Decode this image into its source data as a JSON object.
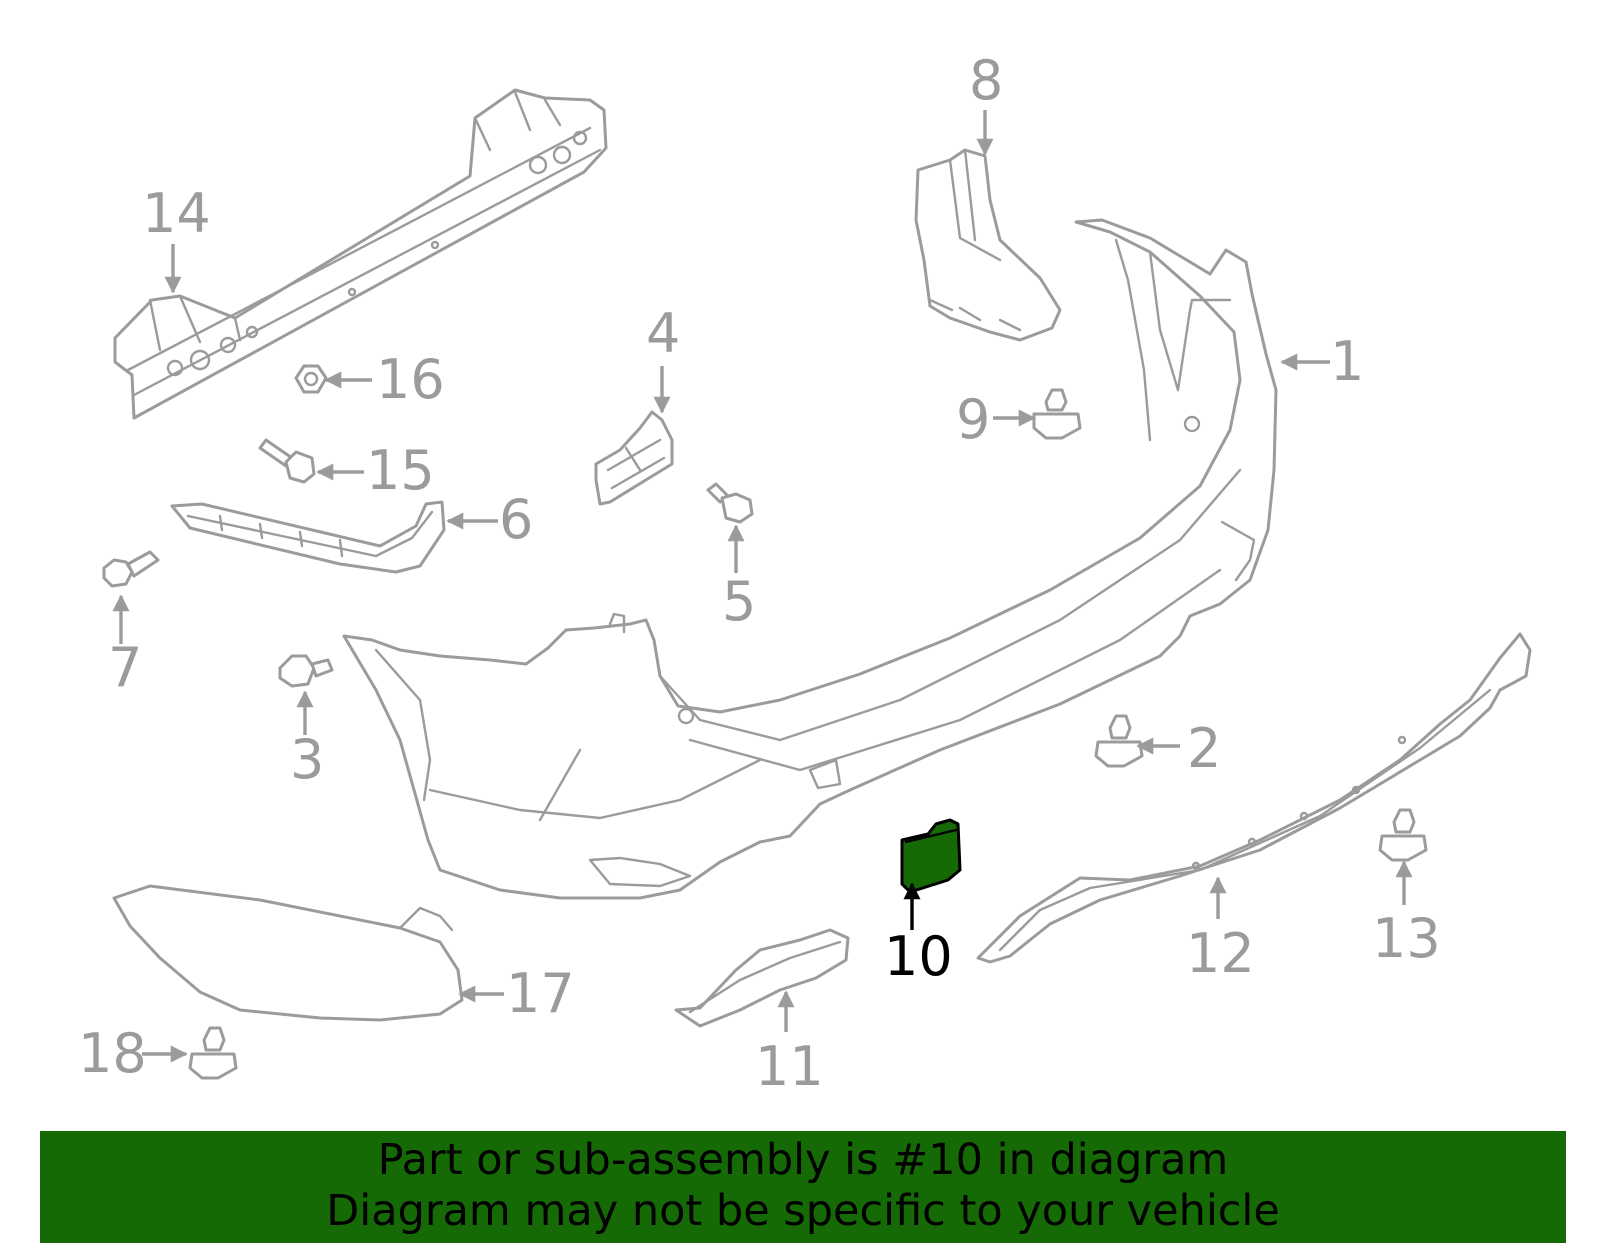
{
  "callouts": {
    "c1": "1",
    "c2": "2",
    "c3": "3",
    "c4": "4",
    "c5": "5",
    "c6": "6",
    "c7": "7",
    "c8": "8",
    "c9": "9",
    "c10": "10",
    "c11": "11",
    "c12": "12",
    "c13": "13",
    "c14": "14",
    "c15": "15",
    "c16": "16",
    "c17": "17",
    "c18": "18"
  },
  "highlighted_part": "10",
  "colors": {
    "highlight": "#166a06",
    "line": "#9b9b9b",
    "text": "#000000"
  },
  "banner": {
    "line1": "Part or sub-assembly is #10 in diagram",
    "line2": "Diagram may not be specific to your vehicle"
  }
}
